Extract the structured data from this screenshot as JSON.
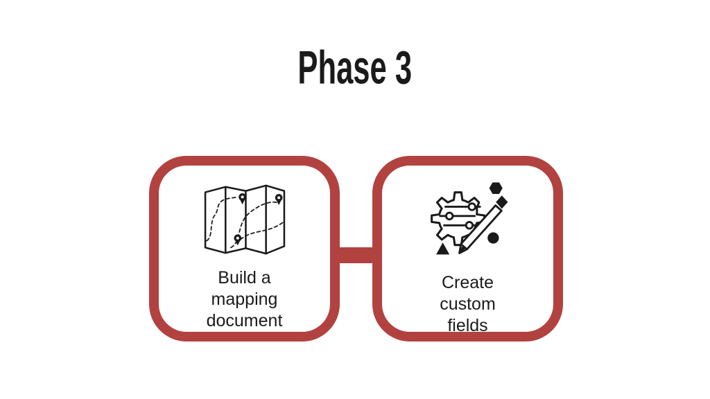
{
  "title": "Phase 3",
  "colors": {
    "accent_red": "#b24240",
    "text": "#1a1a1a",
    "icon_line": "#1a1a1a",
    "background": "#ffffff"
  },
  "steps": [
    {
      "label": "Build a mapping document",
      "lines": [
        "Build a",
        "mapping",
        "document"
      ],
      "icon": "folded-map-icon"
    },
    {
      "label": "Create custom fields",
      "lines": [
        "Create",
        "custom",
        "fields"
      ],
      "icon": "gear-sliders-pencil-icon"
    }
  ]
}
